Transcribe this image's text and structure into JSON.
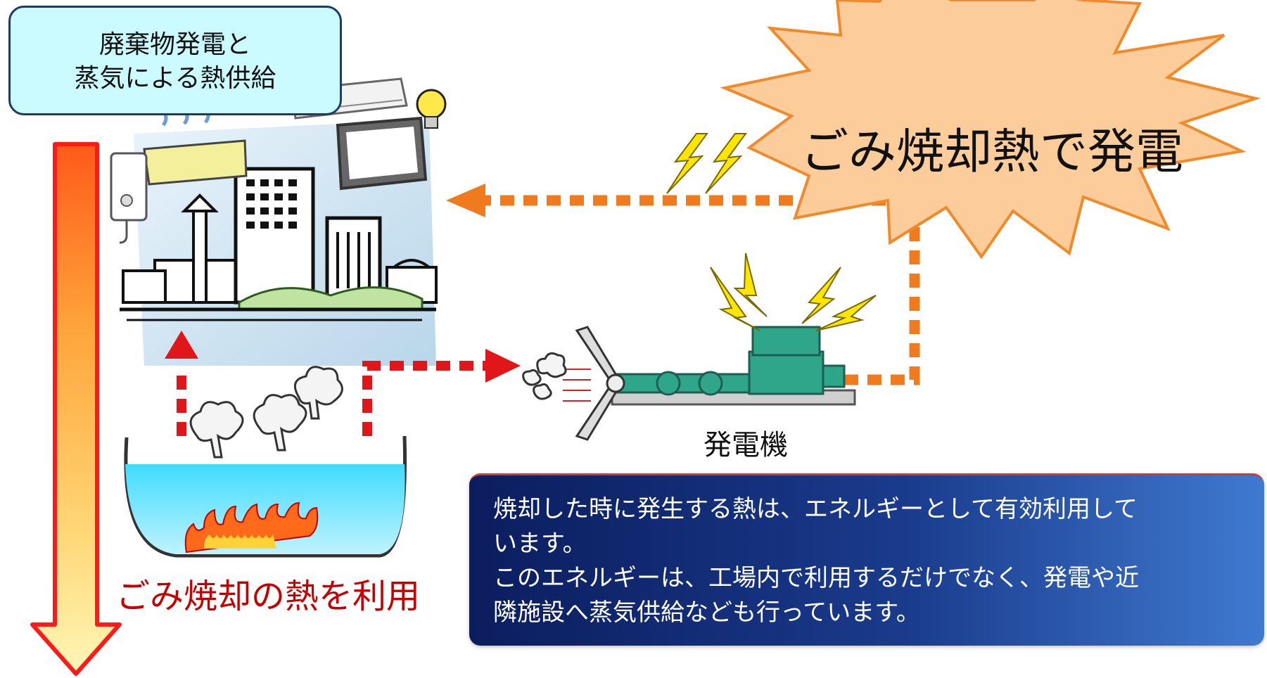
{
  "top_label": {
    "line1": "廃棄物発電と",
    "line2": "蒸気による熱供給"
  },
  "burst": {
    "text": "ごみ焼却熱で発電"
  },
  "generator": {
    "label": "発電機"
  },
  "heat_caption": {
    "text": "ごみ焼却の熱を利用"
  },
  "info": {
    "line1": "焼却した時に発生する熱は、エネルギーとして有効利用して",
    "line2": "います。",
    "line3": "このエネルギーは、工場内で利用するだけでなく、発電や近",
    "line4": "隣施設へ蒸気供給なども行っています。"
  },
  "colors": {
    "flow_arrow": "#f07a1e",
    "steam_arrow": "#e1161b",
    "big_arrow_outline": "#ff1a1a",
    "burst_fill": "#fccd9a",
    "burst_stroke": "#f08a2a",
    "water": "#1ad1ff",
    "generator": "#2fa58a"
  },
  "icons": [
    "city-icon",
    "air-conditioner-icon",
    "light-bulb-icon",
    "tv-icon",
    "water-heater-icon",
    "lightning-icon",
    "smoke-icon",
    "flame-icon",
    "turbine-icon",
    "generator-icon"
  ]
}
